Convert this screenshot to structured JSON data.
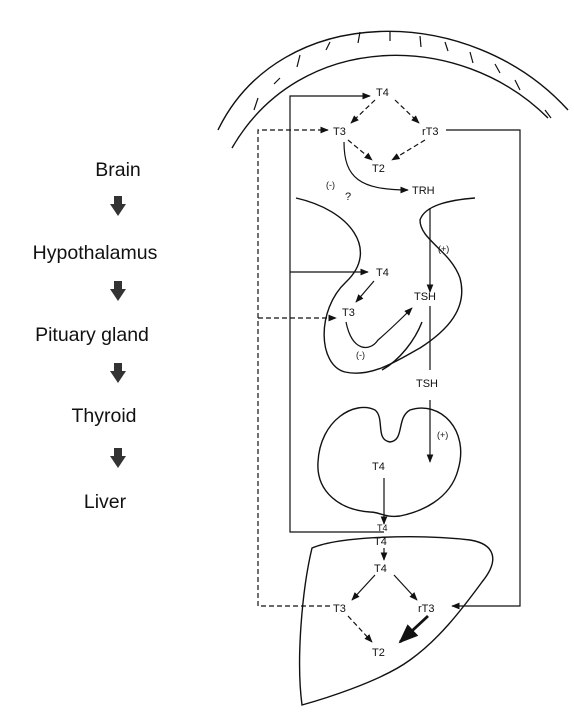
{
  "cascade": [
    "Brain",
    "Hypothalamus",
    "Pituary gland",
    "Thyroid",
    "Liver"
  ],
  "brain": {
    "t4": "T4",
    "t3": "T3",
    "rt3": "rT3",
    "t2": "T2",
    "trh": "TRH",
    "minus": "(-)",
    "question": "?"
  },
  "pituitary": {
    "plus": "(+)",
    "t4": "T4",
    "t3": "T3",
    "tsh": "TSH",
    "minus": "(-)"
  },
  "thyroid": {
    "tsh": "TSH",
    "plus": "(+)",
    "t4": "T4",
    "t4_out": "T4"
  },
  "liver": {
    "t4_top": "T4",
    "t4": "T4",
    "t3": "T3",
    "rt3": "rT3",
    "t2": "T2"
  }
}
